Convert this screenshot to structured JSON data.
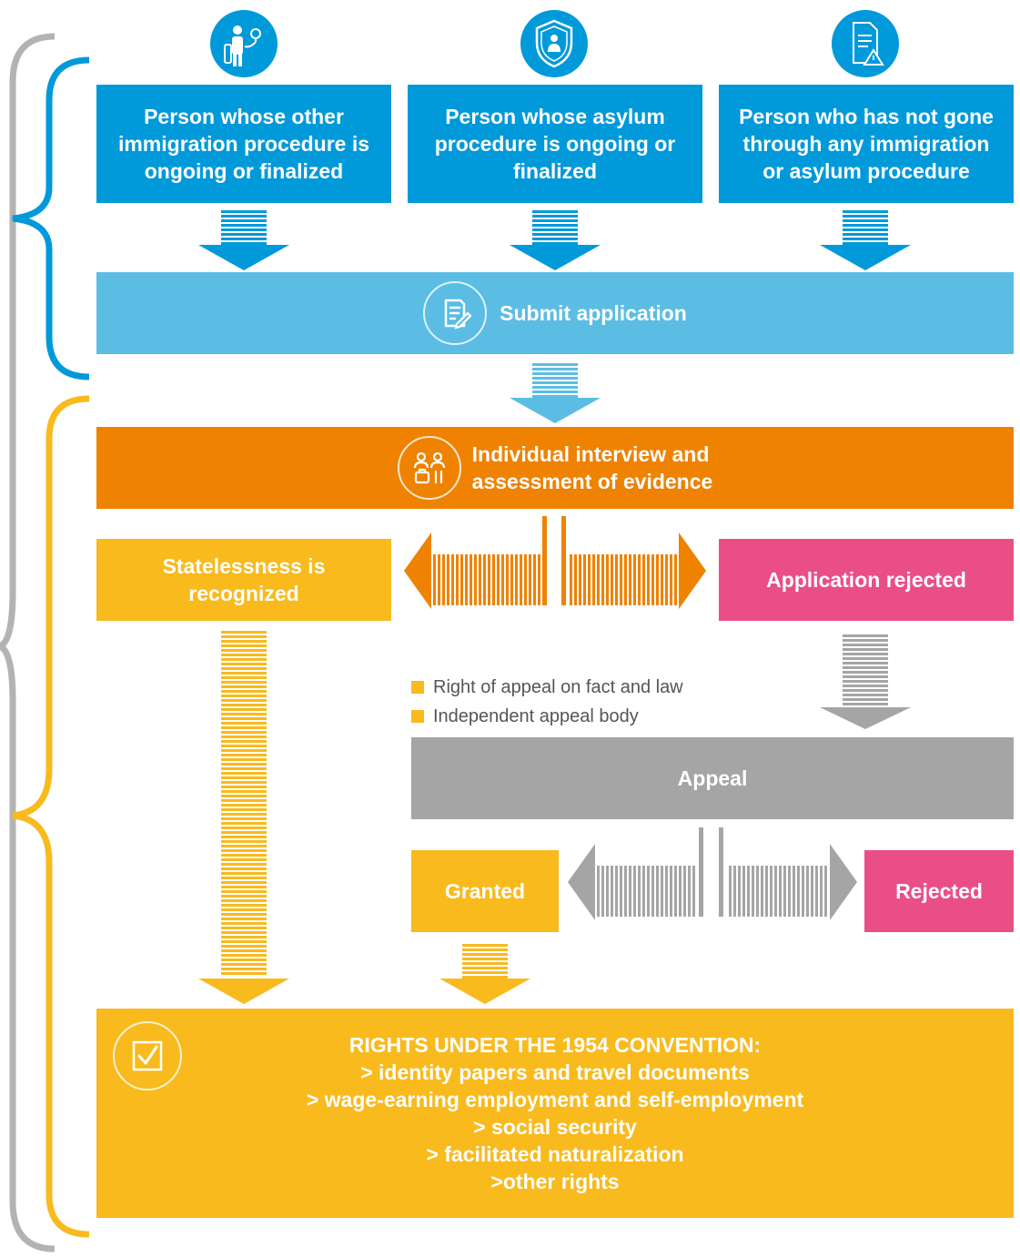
{
  "sources": [
    {
      "label": "Person whose other\nimmigration procedure is\nongoing or finalized",
      "icon": "traveler-icon"
    },
    {
      "label": "Person whose asylum\nprocedure is ongoing or\nfinalized",
      "icon": "shield-person-icon"
    },
    {
      "label": "Person who has not gone\nthrough any immigration\nor asylum procedure",
      "icon": "document-warning-icon"
    }
  ],
  "submit": {
    "label": "Submit application",
    "icon": "edit-form-icon"
  },
  "interview": {
    "label": "Individual interview and\nassessment of evidence",
    "icon": "interview-icon"
  },
  "recognized": {
    "label": "Statelessness is\nrecognized"
  },
  "rejected": {
    "label": "Application rejected"
  },
  "appeal_notes": [
    "Right of appeal on fact and law",
    "Independent appeal body"
  ],
  "appeal": {
    "label": "Appeal"
  },
  "granted": {
    "label": "Granted"
  },
  "appeal_rejected": {
    "label": "Rejected"
  },
  "rights": {
    "label": "RIGHTS UNDER THE 1954 CONVENTION:\n> identity papers and travel documents\n> wage-earning employment and self-employment\n> social security\n> facilitated naturalization\n>other rights",
    "icon": "checkbox-icon"
  },
  "colors": {
    "blue": "#0099da",
    "light_blue": "#5bbde4",
    "orange": "#ef8200",
    "yellow": "#f8ba1d",
    "pink": "#e94f86",
    "grey": "#a5a5a5"
  }
}
